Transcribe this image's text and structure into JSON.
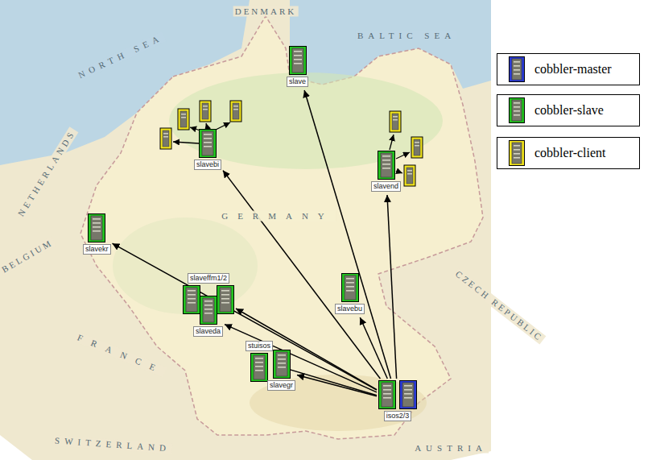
{
  "diagram": {
    "nodes": [
      {
        "text": [
          "isos2/3"
        ]
      },
      {
        "text": [
          "slave"
        ]
      },
      {
        "text": [
          "slavebi"
        ]
      },
      {
        "text": [
          "slavend"
        ]
      },
      {
        "text": [
          "slavekr"
        ]
      },
      {
        "text": [
          "slaveffm1/2"
        ]
      },
      {
        "text": [
          "slaveda"
        ]
      },
      {
        "text": [
          "slavebu"
        ]
      },
      {
        "text": [
          "stuisos"
        ]
      },
      {
        "text": [
          "slavegr"
        ]
      }
    ],
    "edges": [
      {
        "from": 0,
        "to": 1,
        "arrow": "to"
      },
      {
        "from": 0,
        "to": 2,
        "arrow": "to"
      },
      {
        "from": 0,
        "to": 3,
        "arrow": "to"
      },
      {
        "from": 0,
        "to": 4,
        "arrow": "to"
      },
      {
        "from": 0,
        "to": 5,
        "arrow": "to"
      },
      {
        "from": 0,
        "to": 6,
        "arrow": "to"
      },
      {
        "from": 0,
        "to": 7,
        "arrow": "to"
      },
      {
        "from": 0,
        "to": 8,
        "arrow": "to"
      },
      {
        "from": 0,
        "to": 9,
        "arrow": "to"
      }
    ],
    "labels": [
      "DENMARK",
      "BALTIC SEA",
      "NORTH SEA",
      "NETHERLANDS",
      "GERMANY",
      "BELGIUM",
      "CZECH REPUBLIC",
      "FRANCE",
      "SWITZERLAND",
      "AUSTRIA"
    ],
    "legend": [
      {
        "text": "cobbler-master",
        "color": "#2b3bd6"
      },
      {
        "text": "cobbler-slave",
        "color": "#22c41e"
      },
      {
        "text": "cobbler-client",
        "color": "#f2e41c"
      }
    ]
  }
}
